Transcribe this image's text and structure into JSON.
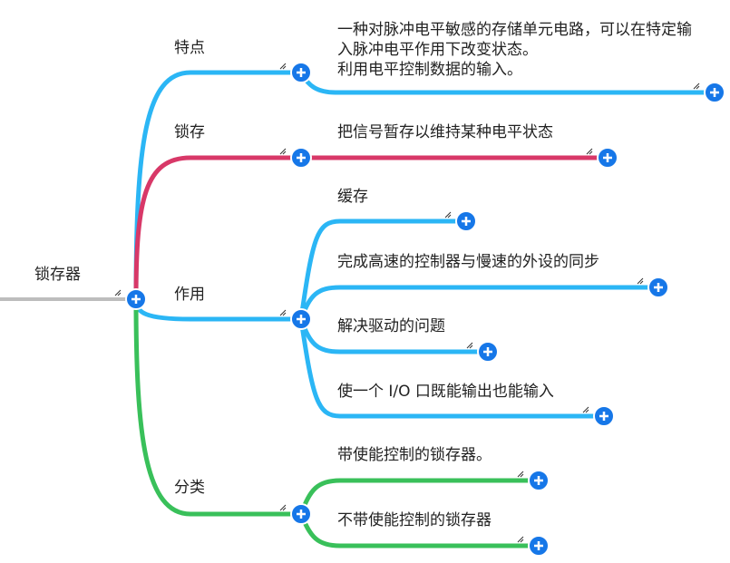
{
  "colors": {
    "root": "#bdbdbd",
    "blue": "#2bb6f5",
    "red": "#d83868",
    "green": "#39c05a",
    "button": "#1677e8",
    "text": "#222222"
  },
  "root": {
    "label": "锁存器"
  },
  "branches": {
    "features": {
      "label": "特点",
      "children": {
        "c1": {
          "label": "一种对脉冲电平敏感的存储单元电路，可以在特定输入脉冲电平作用下改变状态。\n利用电平控制数据的输入。"
        }
      }
    },
    "latch": {
      "label": "锁存",
      "children": {
        "c1": {
          "label": "把信号暂存以维持某种电平状态"
        }
      }
    },
    "purpose": {
      "label": "作用",
      "children": {
        "c1": {
          "label": "缓存"
        },
        "c2": {
          "label": "完成高速的控制器与慢速的外设的同步"
        },
        "c3": {
          "label": "解决驱动的问题"
        },
        "c4": {
          "label": "使一个 I/O 口既能输出也能输入"
        }
      }
    },
    "category": {
      "label": "分类",
      "children": {
        "c1": {
          "label": "带使能控制的锁存器。"
        },
        "c2": {
          "label": "不带使能控制的锁存器"
        }
      }
    }
  },
  "icons": {
    "expand": "plus-circle-icon",
    "resize": "resize-handle-icon"
  }
}
